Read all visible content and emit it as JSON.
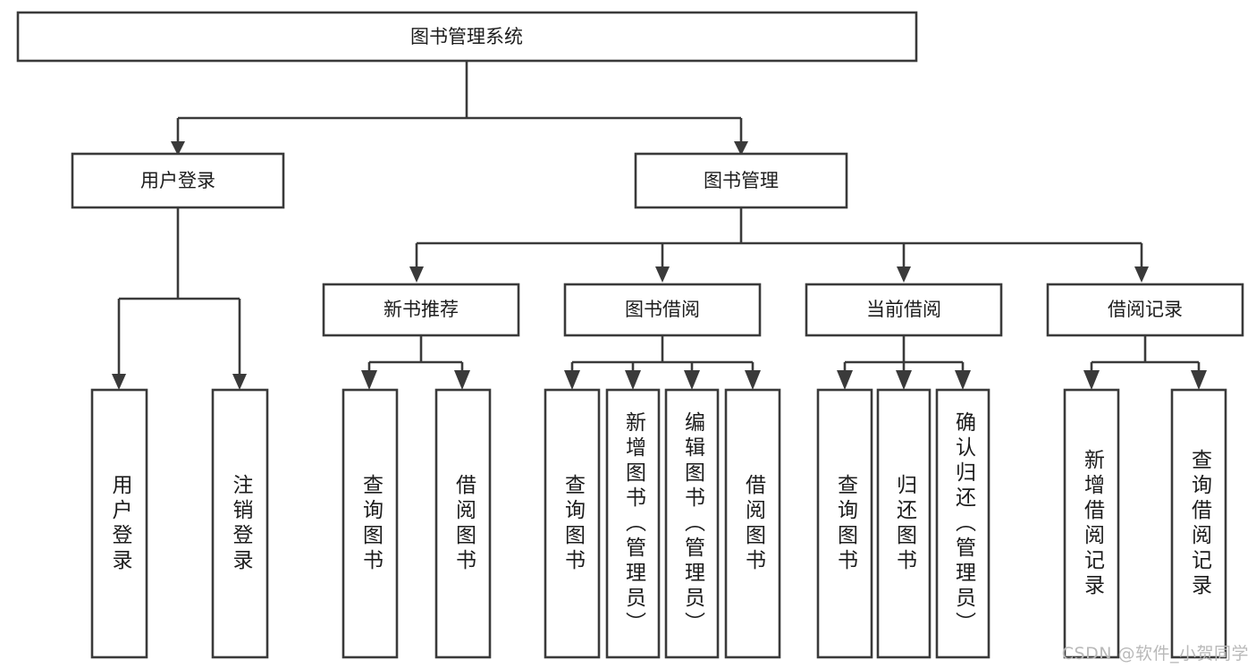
{
  "diagram": {
    "title": "图书管理系统",
    "type": "tree-hierarchy-diagram",
    "watermark": "CSDN @软件_小贺同学",
    "colors": {
      "stroke": "#3a3a3a",
      "fill": "#ffffff",
      "text": "#1c1c1c",
      "watermark": "#b9b9b9",
      "background": "#ffffff"
    },
    "root": {
      "label": "图书管理系统"
    },
    "level2": [
      {
        "label": "用户登录"
      },
      {
        "label": "图书管理"
      }
    ],
    "level3": [
      {
        "label": "新书推荐"
      },
      {
        "label": "图书借阅"
      },
      {
        "label": "当前借阅"
      },
      {
        "label": "借阅记录"
      }
    ],
    "leaves": {
      "user_login": [
        {
          "label": "用户登录"
        },
        {
          "label": "注销登录"
        }
      ],
      "new_book_recommend": [
        {
          "label": "查询图书"
        },
        {
          "label": "借阅图书"
        }
      ],
      "book_borrow": [
        {
          "label": "查询图书"
        },
        {
          "label": "新增图书（管理员）"
        },
        {
          "label": "编辑图书（管理员）"
        },
        {
          "label": "借阅图书"
        }
      ],
      "current_borrow": [
        {
          "label": "查询图书"
        },
        {
          "label": "归还图书"
        },
        {
          "label": "确认归还（管理员）"
        }
      ],
      "borrow_record": [
        {
          "label": "新增借阅记录"
        },
        {
          "label": "查询借阅记录"
        }
      ]
    }
  }
}
